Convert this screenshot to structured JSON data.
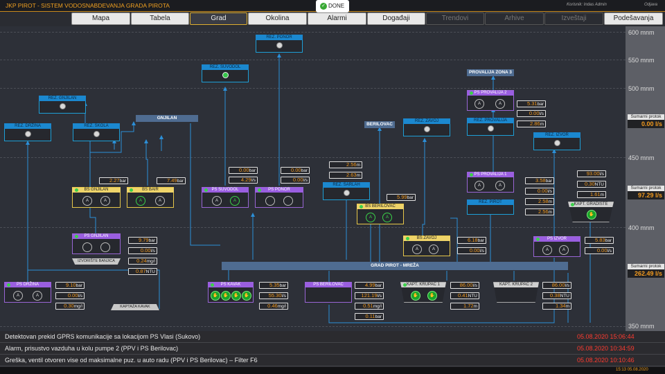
{
  "header": {
    "title": "JKP PIROT - SISTEM VODOSNABDEVANJA GRADA PIROTA",
    "done": "DONE",
    "user": "Korisnik: Indas Admin",
    "logout": "Odjava"
  },
  "tabs": [
    {
      "label": "Mapa"
    },
    {
      "label": "Tabela"
    },
    {
      "label": "Grad"
    },
    {
      "label": "Okolina"
    },
    {
      "label": "Alarmi"
    },
    {
      "label": "Događaji"
    },
    {
      "label": "Trendovi"
    },
    {
      "label": "Arhive"
    },
    {
      "label": "Izveštaji"
    },
    {
      "label": "Podešavanja"
    }
  ],
  "scale": {
    "ticks": [
      "600 mnm",
      "550 mnm",
      "500 mnm",
      "450 mnm",
      "400 mnm",
      "350 mnm"
    ],
    "sumarni": [
      {
        "label": "Sumarni protok",
        "value": "0.00 l/s"
      },
      {
        "label": "Sumarni protok",
        "value": "97.29 l/s"
      },
      {
        "label": "Sumarni protok",
        "value": "262.49 l/s"
      }
    ]
  },
  "reservoirs": {
    "ponor": "REZ. PONOR",
    "suvodol": "REZ. SUVODOL",
    "gnjilan": "REZ. GNJILAN",
    "drzina": "REZ. DRŽINA",
    "skola": "REZ. ŠKOLA",
    "sarlah": "REZ. ŠARLAH",
    "zavoj": "REZ. ZAVOJ",
    "provalija": "REZ. PROVALIJA",
    "izvor": "REZ. IZVOR",
    "pirot": "REZ. PIROT"
  },
  "bars": {
    "gnjilan": "GNJILAN",
    "berilovac": "BERILOVAC",
    "provalija3": "PROVALIJA ZONA 3",
    "mreza": "GRAD PIROT - MREŽA"
  },
  "stations": {
    "provalija2": {
      "name": "PS PROVALIJA 2",
      "values": [
        {
          "v": "5.31",
          "u": "bar"
        },
        {
          "v": "0.00",
          "u": "l/s"
        },
        {
          "v": "2.86",
          "u": "m"
        }
      ]
    },
    "provalija1": {
      "name": "PS PROVALIJA 1",
      "values": [
        {
          "v": "3.58",
          "u": "bar"
        },
        {
          "v": "0.00",
          "u": "l/s"
        },
        {
          "v": "2.58",
          "u": "m"
        },
        {
          "v": "2.56",
          "u": "m"
        }
      ]
    },
    "bs_gnjilan": {
      "name": "BS GNJILAN",
      "values": [
        {
          "v": "2.27",
          "u": "bar"
        }
      ]
    },
    "bs_bair": {
      "name": "BS BAIR",
      "values": [
        {
          "v": "7.49",
          "u": "bar"
        }
      ]
    },
    "suvodol": {
      "name": "PS SUVODOL",
      "values": [
        {
          "v": "0.00",
          "u": "bar"
        },
        {
          "v": "4.29",
          "u": "l/s"
        }
      ]
    },
    "ponor": {
      "name": "PS PONOR",
      "values": [
        {
          "v": "0.00",
          "u": "bar"
        },
        {
          "v": "0.00",
          "u": "l/s"
        }
      ]
    },
    "sarlah": {
      "values": [
        {
          "v": "2.56",
          "u": "m"
        },
        {
          "v": "2.63",
          "u": "m"
        }
      ]
    },
    "bs_berilovac": {
      "name": "BS BERILOVAC",
      "values": [
        {
          "v": "5.99",
          "u": "bar"
        }
      ]
    },
    "gradiste": {
      "name": "KAPT. GRADIŠTE",
      "values": [
        {
          "v": "93.00",
          "u": "l/s"
        },
        {
          "v": "0.30",
          "u": "NTU"
        },
        {
          "v": "1.61",
          "u": "m"
        }
      ]
    },
    "ps_gnjilan": {
      "name": "PS GNJILAN",
      "values": [
        {
          "v": "9.79",
          "u": "bar"
        },
        {
          "v": "0.00",
          "u": "l/s"
        },
        {
          "v": "0.24",
          "u": "mg/l"
        },
        {
          "v": "0.87",
          "u": "NTU"
        }
      ]
    },
    "izvoriste": {
      "name": "IZVORIŠTE BANJICA"
    },
    "zavoj": {
      "name": "BS ZAVOJ",
      "values": [
        {
          "v": "6.18",
          "u": "bar"
        },
        {
          "v": "0.00",
          "u": "l/s"
        }
      ]
    },
    "izvor": {
      "name": "PS IZVOR",
      "values": [
        {
          "v": "5.83",
          "u": "bar"
        },
        {
          "v": "0.00",
          "u": "l/s"
        }
      ]
    },
    "drzina": {
      "name": "PS DRŽINA",
      "values": [
        {
          "v": "9.10",
          "u": "bar"
        },
        {
          "v": "0.00",
          "u": "l/s"
        },
        {
          "v": "0.30",
          "u": "mg/l"
        }
      ]
    },
    "kavak": {
      "name": "PS KAVAK",
      "values": [
        {
          "v": "5.35",
          "u": "bar"
        },
        {
          "v": "55.30",
          "u": "l/s"
        },
        {
          "v": "0.46",
          "u": "mg/l"
        }
      ]
    },
    "berilovac": {
      "name": "PS BERILOVAC",
      "values": [
        {
          "v": "4.99",
          "u": "bar"
        },
        {
          "v": "121.19",
          "u": "l/s"
        },
        {
          "v": "0.51",
          "u": "mg/l"
        },
        {
          "v": "0.11",
          "u": "bar"
        }
      ]
    },
    "krupac1": {
      "name": "KAPT. KRUPAC 1",
      "values": [
        {
          "v": "86.00",
          "u": "l/s"
        },
        {
          "v": "0.41",
          "u": "NTU"
        },
        {
          "v": "1.72",
          "u": "m"
        }
      ]
    },
    "krupac2": {
      "name": "KAPT. KRUPAC 2",
      "values": [
        {
          "v": "86.00",
          "u": "l/s"
        },
        {
          "v": "0.38",
          "u": "NTU"
        },
        {
          "v": "1.34",
          "u": "m"
        }
      ]
    },
    "kavak_kapt": {
      "name": "KAPTAŽA KAVAK"
    }
  },
  "pump_letter": "A",
  "alarms": [
    {
      "text": "Detektovan prekid GPRS komunikacije sa lokacijom PS Vlasi (Sukovo)",
      "date": "05.08.2020 15:06:44"
    },
    {
      "text": "Alarm, prisustvo vazduha u kolu pumpe 2 (PPV i PS Berilovac)",
      "date": "05.08.2020 10:34:59"
    },
    {
      "text": "Greška, ventil otvoren vise od maksimalne puz. u auto radu (PPV i PS Berilovac) – Filter F6",
      "date": "05.08.2020 10:10:46"
    }
  ],
  "clock": "15:13   05.08.2020",
  "colors": {
    "accent": "#f0a020",
    "alarm": "#ff3b30",
    "reservoir": "#1b88cf",
    "pump_station": "#9a5ee0",
    "booster": "#efd46a"
  }
}
